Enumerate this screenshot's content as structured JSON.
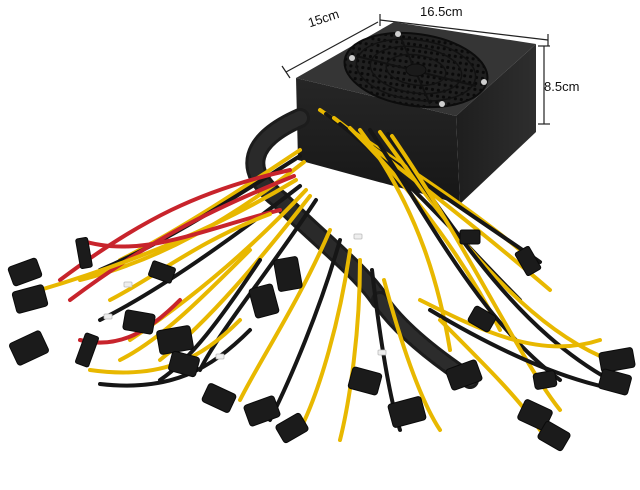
{
  "dimensions": {
    "width": "16.5cm",
    "depth": "15cm",
    "height": "8.5cm"
  },
  "colors": {
    "background": "#ffffff",
    "psu_body": "#2a2a2a",
    "psu_top": "#3a3a3a",
    "fan_grill": "#141414",
    "wire_yellow": "#e8b800",
    "wire_black": "#161616",
    "wire_red": "#c8242c",
    "connector": "#1b1b1b",
    "sleeve": "#1c1c1c",
    "dimension_line": "#222222"
  }
}
